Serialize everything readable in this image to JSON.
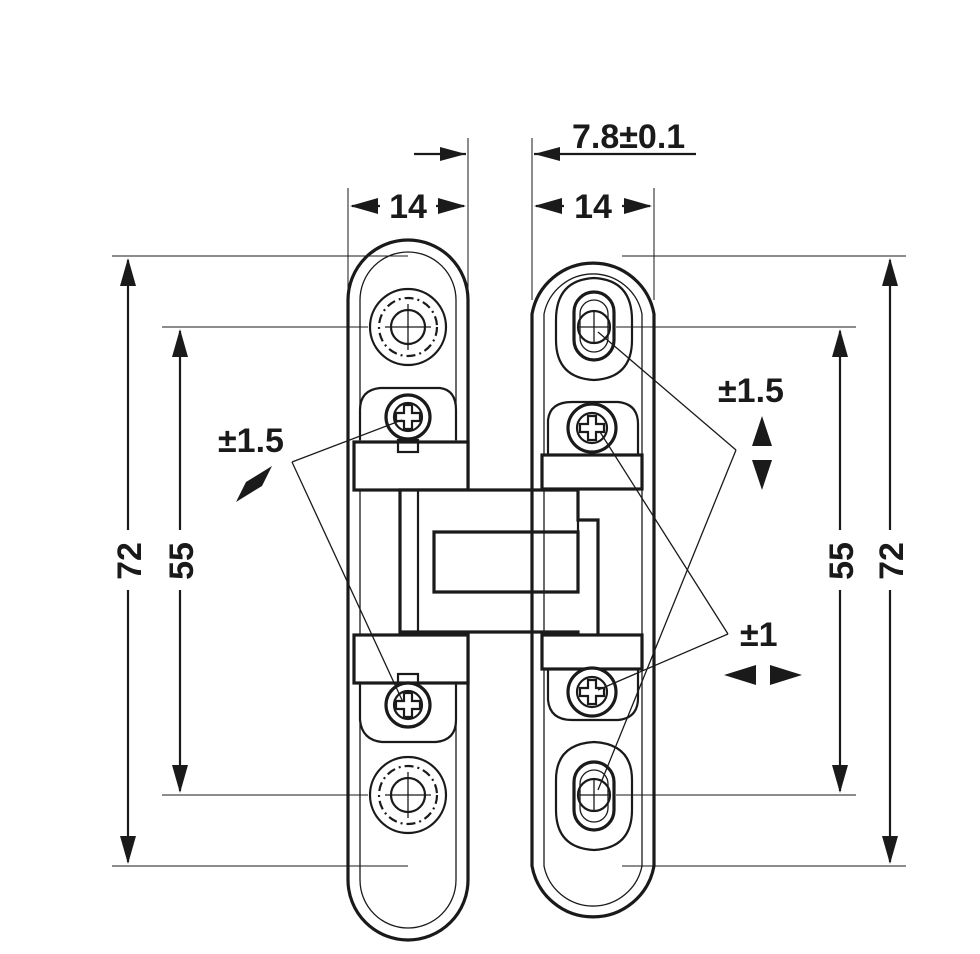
{
  "dimensions": {
    "width_left": "14",
    "width_right": "14",
    "offset_top": "7.8±0.1",
    "height_outer_left": "72",
    "height_inner_left": "55",
    "height_inner_right": "55",
    "height_outer_right": "72"
  },
  "adjustments": {
    "depth": "±1.5",
    "height": "±1.5",
    "side": "±1"
  },
  "colors": {
    "ink": "#1a1a1a",
    "background": "#ffffff"
  }
}
